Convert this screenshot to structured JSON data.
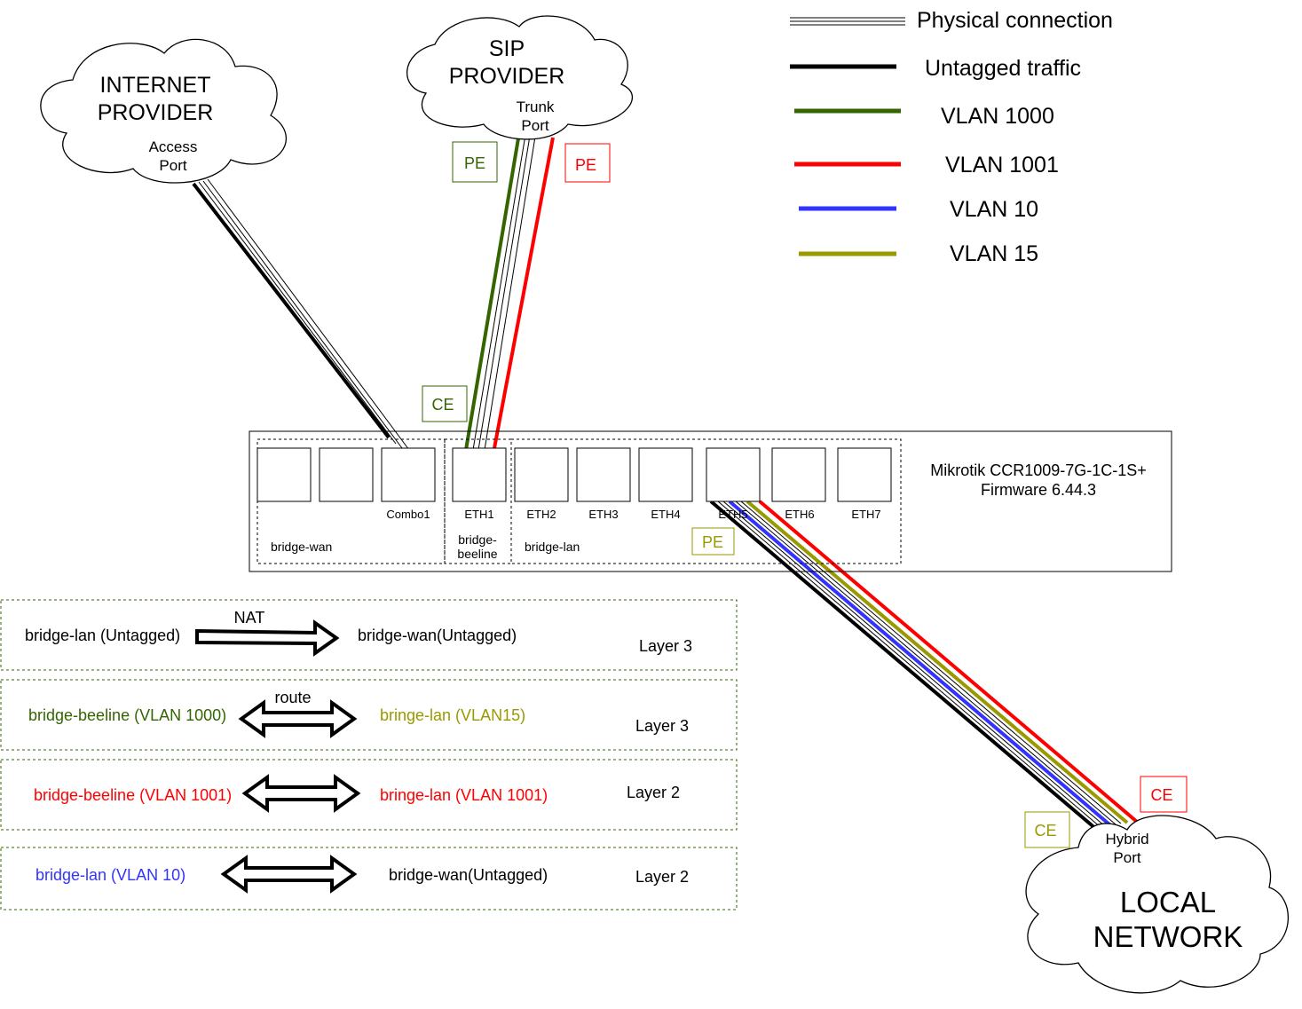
{
  "colors": {
    "untagged": "#000000",
    "vlan1000": "#336600",
    "vlan1001": "#ff0000",
    "vlan10": "#3333ff",
    "vlan15": "#999900"
  },
  "clouds": {
    "internet": {
      "title_line1": "INTERNET",
      "title_line2": "PROVIDER",
      "port_line1": "Access",
      "port_line2": "Port"
    },
    "sip": {
      "title_line1": "SIP",
      "title_line2": "PROVIDER",
      "port_line1": "Trunk",
      "port_line2": "Port"
    },
    "local": {
      "title_line1": "LOCAL",
      "title_line2": "NETWORK",
      "port_line1": "Hybrid",
      "port_line2": "Port"
    }
  },
  "legend": [
    {
      "label": "Physical connection",
      "style": "physical"
    },
    {
      "label": "Untagged traffic",
      "style": "untagged"
    },
    {
      "label": "VLAN 1000",
      "style": "vlan1000"
    },
    {
      "label": "VLAN 1001",
      "style": "vlan1001"
    },
    {
      "label": "VLAN 10",
      "style": "vlan10"
    },
    {
      "label": "VLAN 15",
      "style": "vlan15"
    }
  ],
  "router": {
    "model": "Mikrotik CCR1009-7G-1C-1S+",
    "firmware": "Firmware 6.44.3",
    "ports": [
      "",
      "",
      "Combo1",
      "ETH1",
      "ETH2",
      "ETH3",
      "ETH4",
      "ETH5",
      "ETH6",
      "ETH7"
    ],
    "groups": {
      "wan": "bridge-wan",
      "beeline_line1": "bridge-",
      "beeline_line2": "beeline",
      "lan": "bridge-lan"
    }
  },
  "tags": {
    "sip_pe_green": "PE",
    "sip_pe_red": "PE",
    "router_ce_green": "CE",
    "router_pe_olive": "PE",
    "local_ce_red": "CE",
    "local_ce_olive": "CE"
  },
  "rules": [
    {
      "left": "bridge-lan (Untagged)",
      "arrow_label": "NAT",
      "right": "bridge-wan(Untagged)",
      "layer": "Layer 3",
      "left_color": "#000000",
      "right_color": "#000000"
    },
    {
      "left": "bridge-beeline (VLAN 1000)",
      "arrow_label": "route",
      "right": "bringe-lan (VLAN15)",
      "layer": "Layer 3",
      "left_color": "#336600",
      "right_color": "#999900"
    },
    {
      "left": "bridge-beeline (VLAN 1001)",
      "arrow_label": "",
      "right": "bringe-lan (VLAN 1001)",
      "layer": "Layer 2",
      "left_color": "#ff0000",
      "right_color": "#ff0000"
    },
    {
      "left": "bridge-lan (VLAN 10)",
      "arrow_label": "",
      "right": "bridge-wan(Untagged)",
      "layer": "Layer 2",
      "left_color": "#3333ff",
      "right_color": "#000000"
    }
  ]
}
